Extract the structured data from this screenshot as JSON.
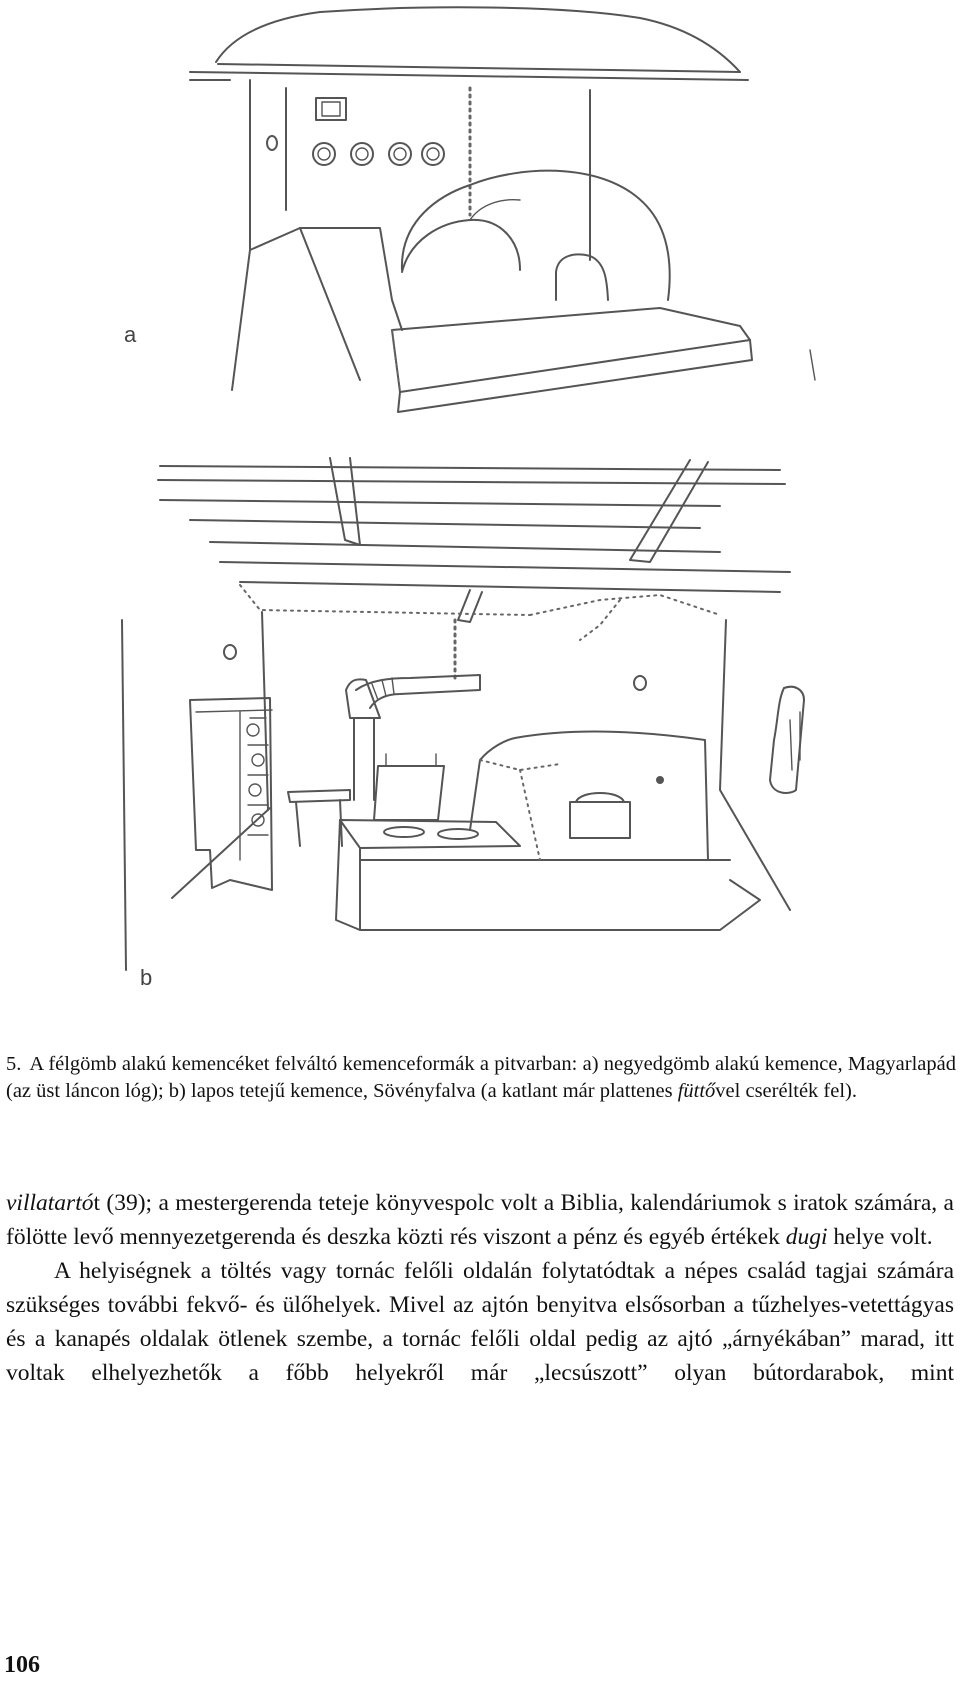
{
  "figure": {
    "label_a": "a",
    "label_b": "b"
  },
  "caption": {
    "number": "5.",
    "text_1": "A félgömb alakú kemencéket felváltó kemenceformák a pitvarban: a) negyedgömb alakú kemence, Magyarlapád (az üst láncon lóg); b) lapos tetejű kemence, Sövényfalva (a katlant már plattenes ",
    "italic": "füttő",
    "text_2": "vel cserélték fel)."
  },
  "body": {
    "p1_italic": "villatartó",
    "p1_text": "t (39); a mestergerenda teteje könyvespolc volt a Biblia, kalendáriumok s iratok számára, a fölötte levő mennyezetgerenda és deszka közti rés viszont a pénz és egyéb értékek ",
    "p1_italic2": "dugi",
    "p1_text2": " helye volt.",
    "p2_text": "A helyiségnek a töltés vagy tornác felőli oldalán folytatódtak a népes család tagjai számára szükséges további fekvő- és ülőhelyek. Mivel az ajtón benyitva elsősorban a tűzhelyes-vetettágyas és a kanapés oldalak ötlenek szembe, a tornác felőli oldal pedig az ajtó „árnyékában” marad, itt voltak elhelyezhetők a főbb helyekről már „lecsúszott” olyan bútordarabok, mint"
  },
  "page_number": "106",
  "icons": [
    "sketch-illustration-a",
    "sketch-illustration-b"
  ]
}
